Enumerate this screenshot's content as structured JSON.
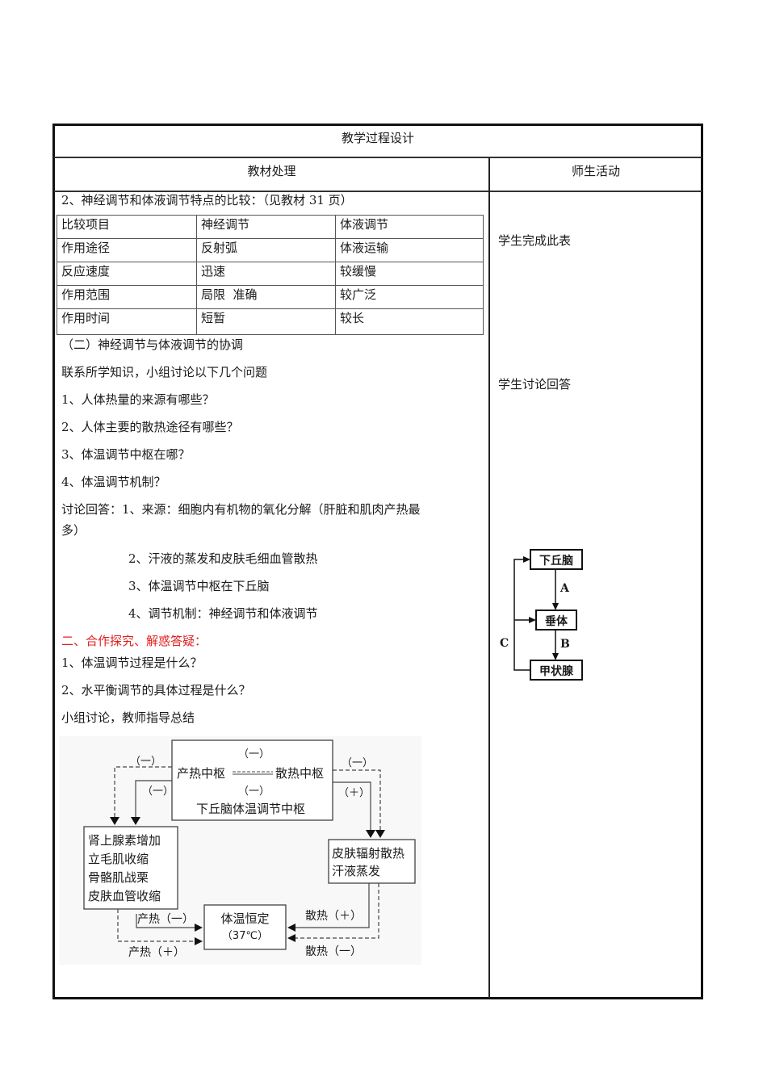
{
  "header": {
    "title": "教学过程设计",
    "col_left": "教材处理",
    "col_right": "师生活动"
  },
  "left": {
    "section_heading": "2、神经调节和体液调节特点的比较：（见教材 31 页）",
    "comparison_table": {
      "headers": [
        "比较项目",
        "神经调节",
        "体液调节"
      ],
      "rows": [
        [
          "作用途径",
          "反射弧",
          "体液运输"
        ],
        [
          "反应速度",
          "迅速",
          "较缓慢"
        ],
        [
          "作用范围",
          "局限  准确",
          "较广泛"
        ],
        [
          "作用时间",
          "短暂",
          "较长"
        ]
      ]
    },
    "subsection": "（二）神经调节与体液调节的协调",
    "intro": "联系所学知识，小组讨论以下几个问题",
    "questions": [
      "1、人体热量的来源有哪些？",
      "2、人体主要的散热途径有哪些？",
      "3、体温调节中枢在哪？",
      "4、体温调节机制？"
    ],
    "answers_line1": "讨论回答：1、来源：细胞内有机物的氧化分解（肝脏和肌肉产热最",
    "answers_line1_wrap": "多）",
    "answers": [
      "2、汗液的蒸发和皮肤毛细血管散热",
      "3、体温调节中枢在下丘脑",
      "4、调节机制：神经调节和体液调节"
    ],
    "red_heading": "二、合作探究、解惑答疑：",
    "inquiry": [
      "1、体温调节过程是什么？",
      "2、水平衡调节的具体过程是什么？"
    ],
    "discussion_note": "小组讨论，教师指导总结"
  },
  "right": {
    "activity1": "学生完成此表",
    "activity2": "学生讨论回答"
  },
  "thermo_diagram": {
    "center_top_label": "（一）",
    "produce_center": "产热中枢",
    "dissipate_center": "散热中枢",
    "center_mid_label": "（一）",
    "center_name": "下丘脑体温调节中枢",
    "left_dashed_label": "（一）",
    "left_solid_label": "（一）",
    "right_dashed_label": "（一）",
    "right_solid_label": "（＋）",
    "left_box": [
      "肾上腺素增加",
      "立毛肌收缩",
      "骨骼肌战栗",
      "皮肤血管收缩"
    ],
    "right_box": [
      "皮肤辐射散热",
      "汗液蒸发"
    ],
    "bottom_box": [
      "体温恒定",
      "（37℃）"
    ],
    "produce_minus": "产热（一）",
    "produce_plus": "产热（＋）",
    "dissipate_plus": "散热（＋）",
    "dissipate_minus": "散热（一）"
  },
  "thyroid_diagram": {
    "top": "下丘脑",
    "middle": "垂体",
    "bottom": "甲状腺",
    "label_a": "A",
    "label_b": "B",
    "label_c": "C"
  }
}
